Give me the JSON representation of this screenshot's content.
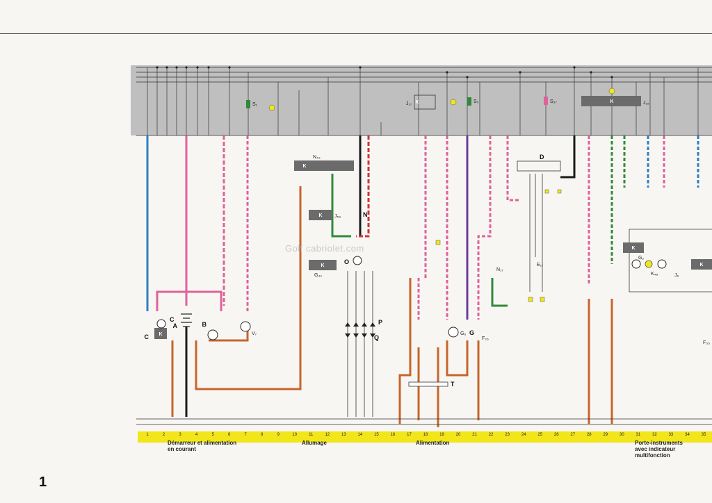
{
  "page_number": "1",
  "watermark": "Golf cabriolet.com",
  "strip": {
    "numbers": [
      "1",
      "2",
      "3",
      "4",
      "5",
      "6",
      "7",
      "8",
      "9",
      "10",
      "11",
      "12",
      "13",
      "14",
      "15",
      "16",
      "17",
      "18",
      "19",
      "20",
      "21",
      "22",
      "23",
      "24",
      "25",
      "26",
      "27",
      "28",
      "29",
      "30",
      "31",
      "32",
      "33",
      "34",
      "35"
    ]
  },
  "captions": {
    "starter": "Démarreur et alimentation\nen courant",
    "ignition": "Allumage",
    "fuel": "Alimentation",
    "instrument": "Porte-instruments\navec indicateur\nmultifonction"
  },
  "components": {
    "A": "A",
    "B": "B",
    "C": "C",
    "D": "D",
    "G": "G",
    "N": "N",
    "O": "O",
    "P": "P",
    "Q": "Q",
    "T": "T",
    "S1": "S₁",
    "S5": "S₅",
    "S37": "S₃₇",
    "J17": "J₁₇",
    "J59": "J₅₉",
    "J18": "J₁₈",
    "J6": "J₆",
    "N43": "N₄₃",
    "N17": "N₁₇",
    "G40": "G₄₀",
    "G6": "G₆",
    "G2": "G₂",
    "V7": "V₇",
    "F26": "F₂₆",
    "F35": "F₃₅",
    "E17": "E₁₇",
    "K48": "K₄₈"
  },
  "relay_letter": "K",
  "colors": {
    "gray_panel": "#bfbfbf",
    "dark_bar": "#6b6b6b",
    "strip": "#f2e61a",
    "wire_blue": "#2e7fc4",
    "wire_pink": "#e0619a",
    "wire_brown": "#c8642a",
    "wire_green": "#2f8a3a",
    "wire_black": "#1a1a1a",
    "wire_violet": "#6a3c9a",
    "wire_red": "#d0303a"
  }
}
